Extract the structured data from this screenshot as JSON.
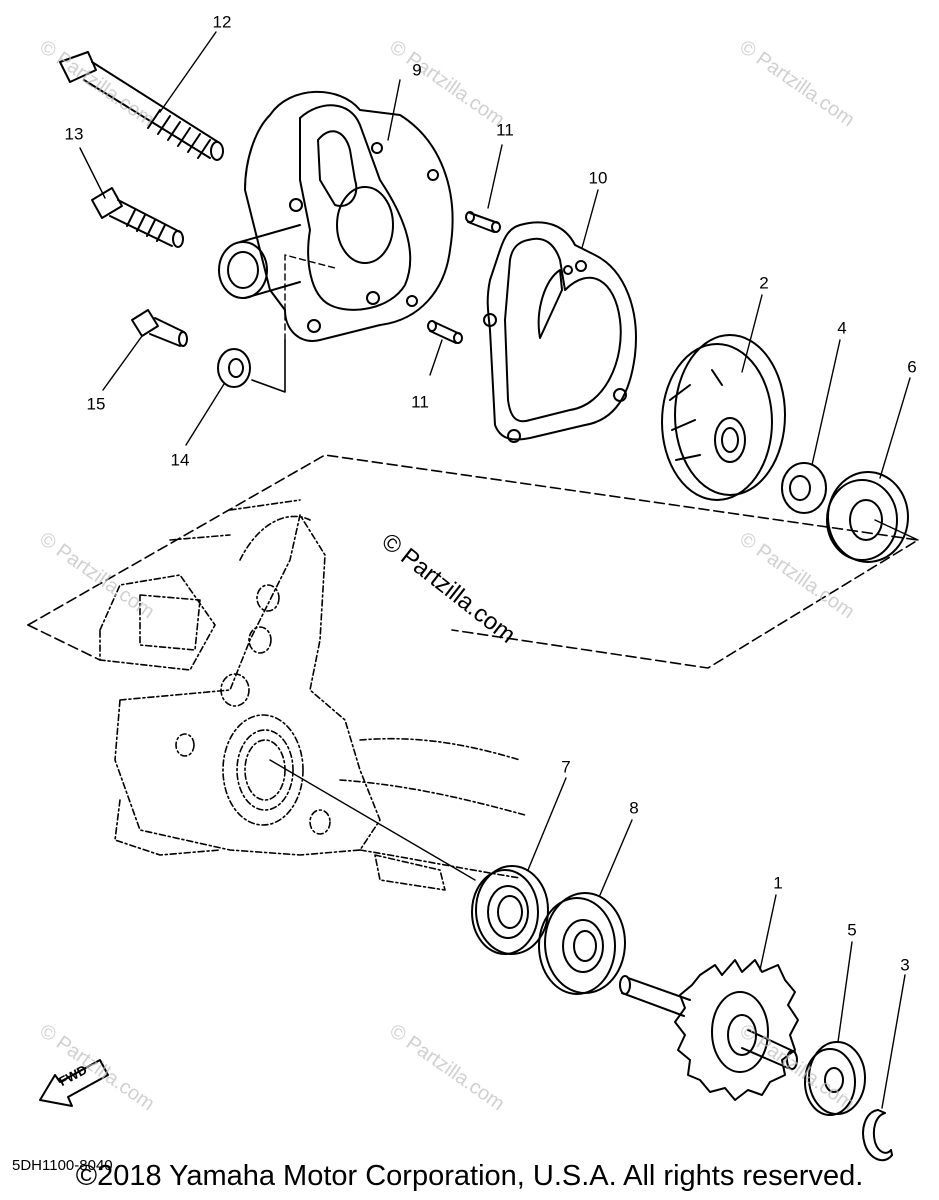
{
  "watermark_text": "© Partzilla.com",
  "center_watermark": "© Partzilla.com",
  "part_code": "5DH1100-8040",
  "copyright": "©2018 Yamaha Motor Corporation, U.S.A. All rights reserved.",
  "fwd_label": "FWD",
  "callouts": [
    {
      "id": "1",
      "label": "1"
    },
    {
      "id": "2",
      "label": "2"
    },
    {
      "id": "3",
      "label": "3"
    },
    {
      "id": "4",
      "label": "4"
    },
    {
      "id": "5",
      "label": "5"
    },
    {
      "id": "6",
      "label": "6"
    },
    {
      "id": "7",
      "label": "7"
    },
    {
      "id": "8",
      "label": "8"
    },
    {
      "id": "9",
      "label": "9"
    },
    {
      "id": "10",
      "label": "10"
    },
    {
      "id": "11a",
      "label": "11"
    },
    {
      "id": "11b",
      "label": "11"
    },
    {
      "id": "12",
      "label": "12"
    },
    {
      "id": "13",
      "label": "13"
    },
    {
      "id": "14",
      "label": "14"
    },
    {
      "id": "15",
      "label": "15"
    }
  ]
}
